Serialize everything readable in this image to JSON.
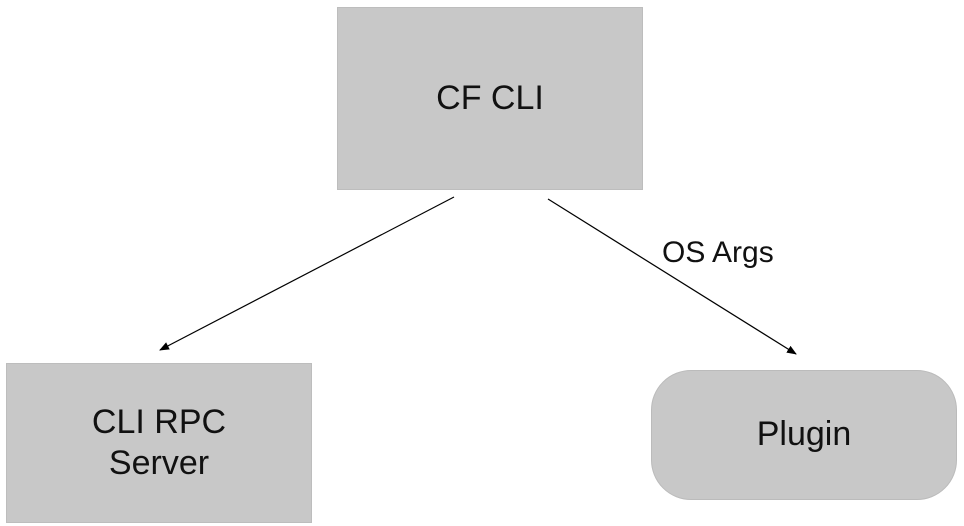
{
  "diagram": {
    "nodes": {
      "cf_cli": {
        "label": "CF CLI",
        "fill": "#c8c8c8"
      },
      "rpc_server": {
        "label": "CLI RPC\nServer",
        "fill": "#c8c8c8"
      },
      "plugin": {
        "label": "Plugin",
        "fill": "#c8c8c8"
      }
    },
    "edges": [
      {
        "from": "CF CLI",
        "to": "CLI RPC Server",
        "label": ""
      },
      {
        "from": "CF CLI",
        "to": "Plugin",
        "label": "OS Args"
      }
    ],
    "edge_labels": {
      "os_args": "OS Args"
    },
    "line_color": "#000000"
  }
}
